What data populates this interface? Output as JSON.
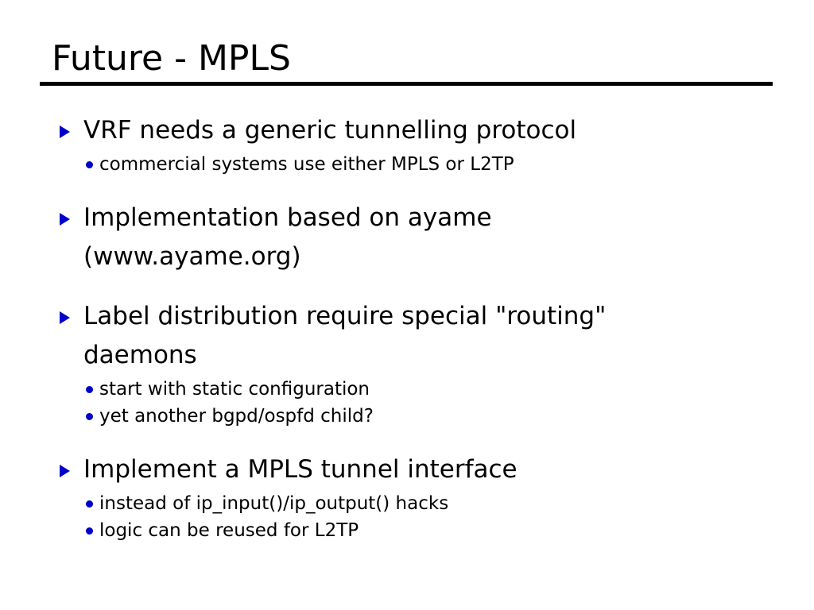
{
  "slide": {
    "title": "Future - MPLS",
    "background_color": "#FFFFFF",
    "text_color": "#000000",
    "bullet_color": "#0000CC",
    "rule_color": "#000000",
    "groups": [
      {
        "marker": "triangle-right",
        "text": "VRF needs a generic tunnelling protocol",
        "sub": [
          {
            "marker": "dot",
            "text": "commercial systems use either MPLS or L2TP"
          }
        ]
      },
      {
        "marker": "triangle-right",
        "text": "Implementation based on ayame\n(www.ayame.org)",
        "sub": []
      },
      {
        "marker": "triangle-right",
        "text": "Label distribution require special \"routing\"\ndaemons",
        "sub": [
          {
            "marker": "dot",
            "text": "start with static configuration"
          },
          {
            "marker": "dot",
            "text": "yet another bgpd/ospfd child?"
          }
        ]
      },
      {
        "marker": "triangle-right",
        "text": "Implement a MPLS tunnel interface",
        "sub": [
          {
            "marker": "dot",
            "text": "instead of ip_input()/ip_output() hacks"
          },
          {
            "marker": "dot",
            "text": "logic can be reused for L2TP"
          }
        ]
      }
    ]
  }
}
